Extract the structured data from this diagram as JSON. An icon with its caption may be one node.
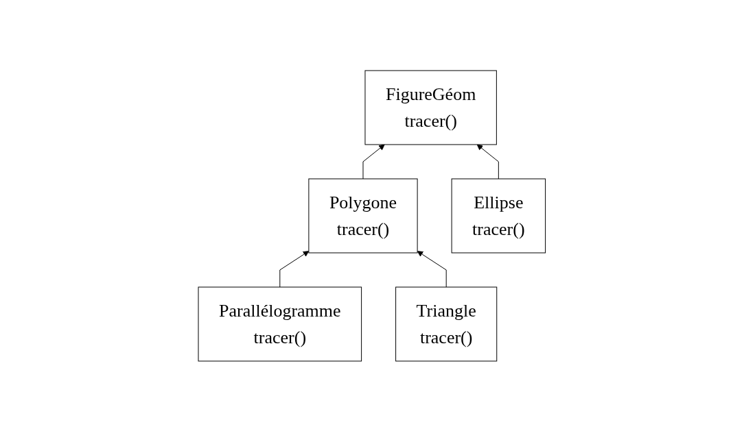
{
  "diagram": {
    "nodes": [
      {
        "text": [
          "FigureGéom",
          "tracer()"
        ]
      },
      {
        "text": [
          "Polygone",
          "tracer()"
        ]
      },
      {
        "text": [
          "Ellipse",
          "tracer()"
        ]
      },
      {
        "text": [
          "Parallélogramme",
          "tracer()"
        ]
      },
      {
        "text": [
          "Triangle",
          "tracer()"
        ]
      }
    ],
    "edges": [
      {
        "from": 1,
        "to": 0,
        "arrow": "to"
      },
      {
        "from": 2,
        "to": 0,
        "arrow": "to"
      },
      {
        "from": 3,
        "to": 1,
        "arrow": "to"
      },
      {
        "from": 4,
        "to": 1,
        "arrow": "to"
      }
    ]
  }
}
